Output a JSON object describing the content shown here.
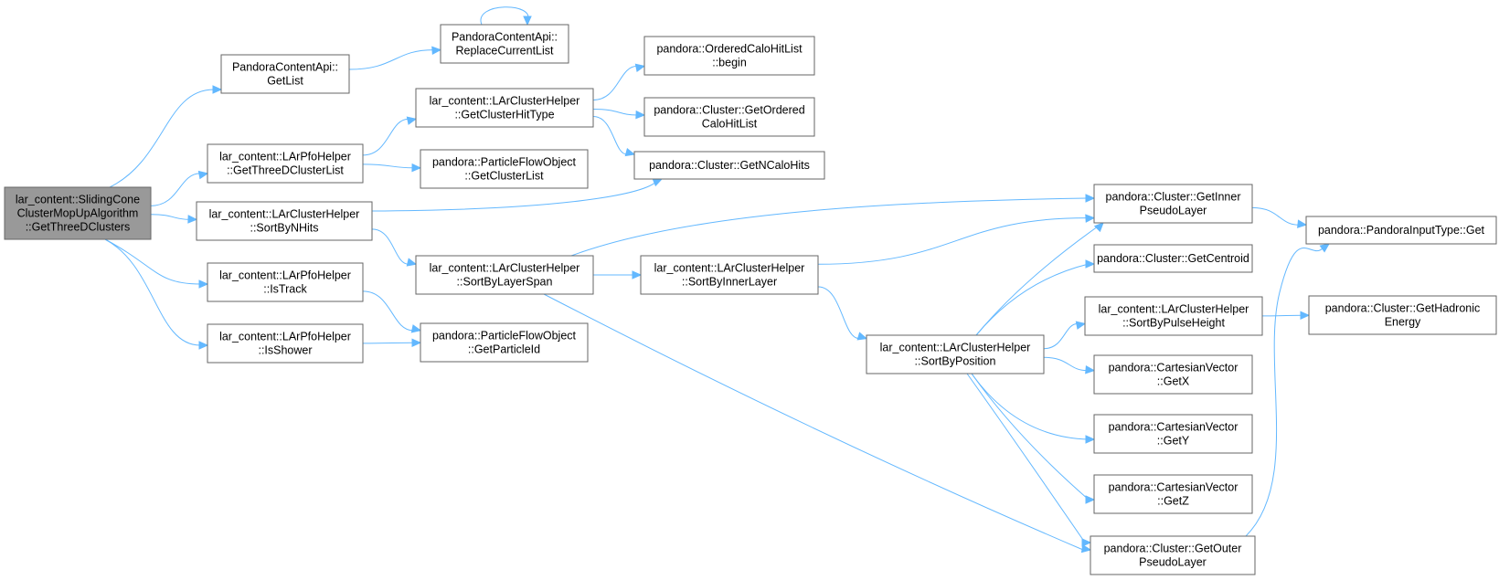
{
  "graph": {
    "edge_color": "#63b8ff",
    "root_fill": "#999999",
    "node_fill": "#ffffff",
    "node_border": "#666666",
    "nodes": [
      {
        "id": "root",
        "lines": [
          "lar_content::SlidingCone",
          "ClusterMopUpAlgorithm",
          "::GetThreeDClusters"
        ],
        "root": true
      },
      {
        "id": "getlist",
        "lines": [
          "PandoraContentApi::",
          "GetList"
        ]
      },
      {
        "id": "replace",
        "lines": [
          "PandoraContentApi::",
          "ReplaceCurrentList"
        ]
      },
      {
        "id": "getthreed",
        "lines": [
          "lar_content::LArPfoHelper",
          "::GetThreeDClusterList"
        ]
      },
      {
        "id": "sortbynhits",
        "lines": [
          "lar_content::LArClusterHelper",
          "::SortByNHits"
        ]
      },
      {
        "id": "istrack",
        "lines": [
          "lar_content::LArPfoHelper",
          "::IsTrack"
        ]
      },
      {
        "id": "isshower",
        "lines": [
          "lar_content::LArPfoHelper",
          "::IsShower"
        ]
      },
      {
        "id": "gethittype",
        "lines": [
          "lar_content::LArClusterHelper",
          "::GetClusterHitType"
        ]
      },
      {
        "id": "pfogetclusterlist",
        "lines": [
          "pandora::ParticleFlowObject",
          "::GetClusterList"
        ]
      },
      {
        "id": "sortbylayerspan",
        "lines": [
          "lar_content::LArClusterHelper",
          "::SortByLayerSpan"
        ]
      },
      {
        "id": "getparticleid",
        "lines": [
          "pandora::ParticleFlowObject",
          "::GetParticleId"
        ]
      },
      {
        "id": "begin",
        "lines": [
          "pandora::OrderedCaloHitList",
          "::begin"
        ]
      },
      {
        "id": "getordered",
        "lines": [
          "pandora::Cluster::GetOrdered",
          "CaloHitList"
        ]
      },
      {
        "id": "getncalohits",
        "lines": [
          "pandora::Cluster::GetNCaloHits"
        ]
      },
      {
        "id": "sortbyinner",
        "lines": [
          "lar_content::LArClusterHelper",
          "::SortByInnerLayer"
        ]
      },
      {
        "id": "sortbyposition",
        "lines": [
          "lar_content::LArClusterHelper",
          "::SortByPosition"
        ]
      },
      {
        "id": "getinner",
        "lines": [
          "pandora::Cluster::GetInner",
          "PseudoLayer"
        ]
      },
      {
        "id": "getcentroid",
        "lines": [
          "pandora::Cluster::GetCentroid"
        ]
      },
      {
        "id": "sortbypulse",
        "lines": [
          "lar_content::LArClusterHelper",
          "::SortByPulseHeight"
        ]
      },
      {
        "id": "getx",
        "lines": [
          "pandora::CartesianVector",
          "::GetX"
        ]
      },
      {
        "id": "gety",
        "lines": [
          "pandora::CartesianVector",
          "::GetY"
        ]
      },
      {
        "id": "getz",
        "lines": [
          "pandora::CartesianVector",
          "::GetZ"
        ]
      },
      {
        "id": "getouter",
        "lines": [
          "pandora::Cluster::GetOuter",
          "PseudoLayer"
        ]
      },
      {
        "id": "inputget",
        "lines": [
          "pandora::PandoraInputType::Get"
        ]
      },
      {
        "id": "hadronic",
        "lines": [
          "pandora::Cluster::GetHadronic",
          "Energy"
        ]
      }
    ]
  }
}
